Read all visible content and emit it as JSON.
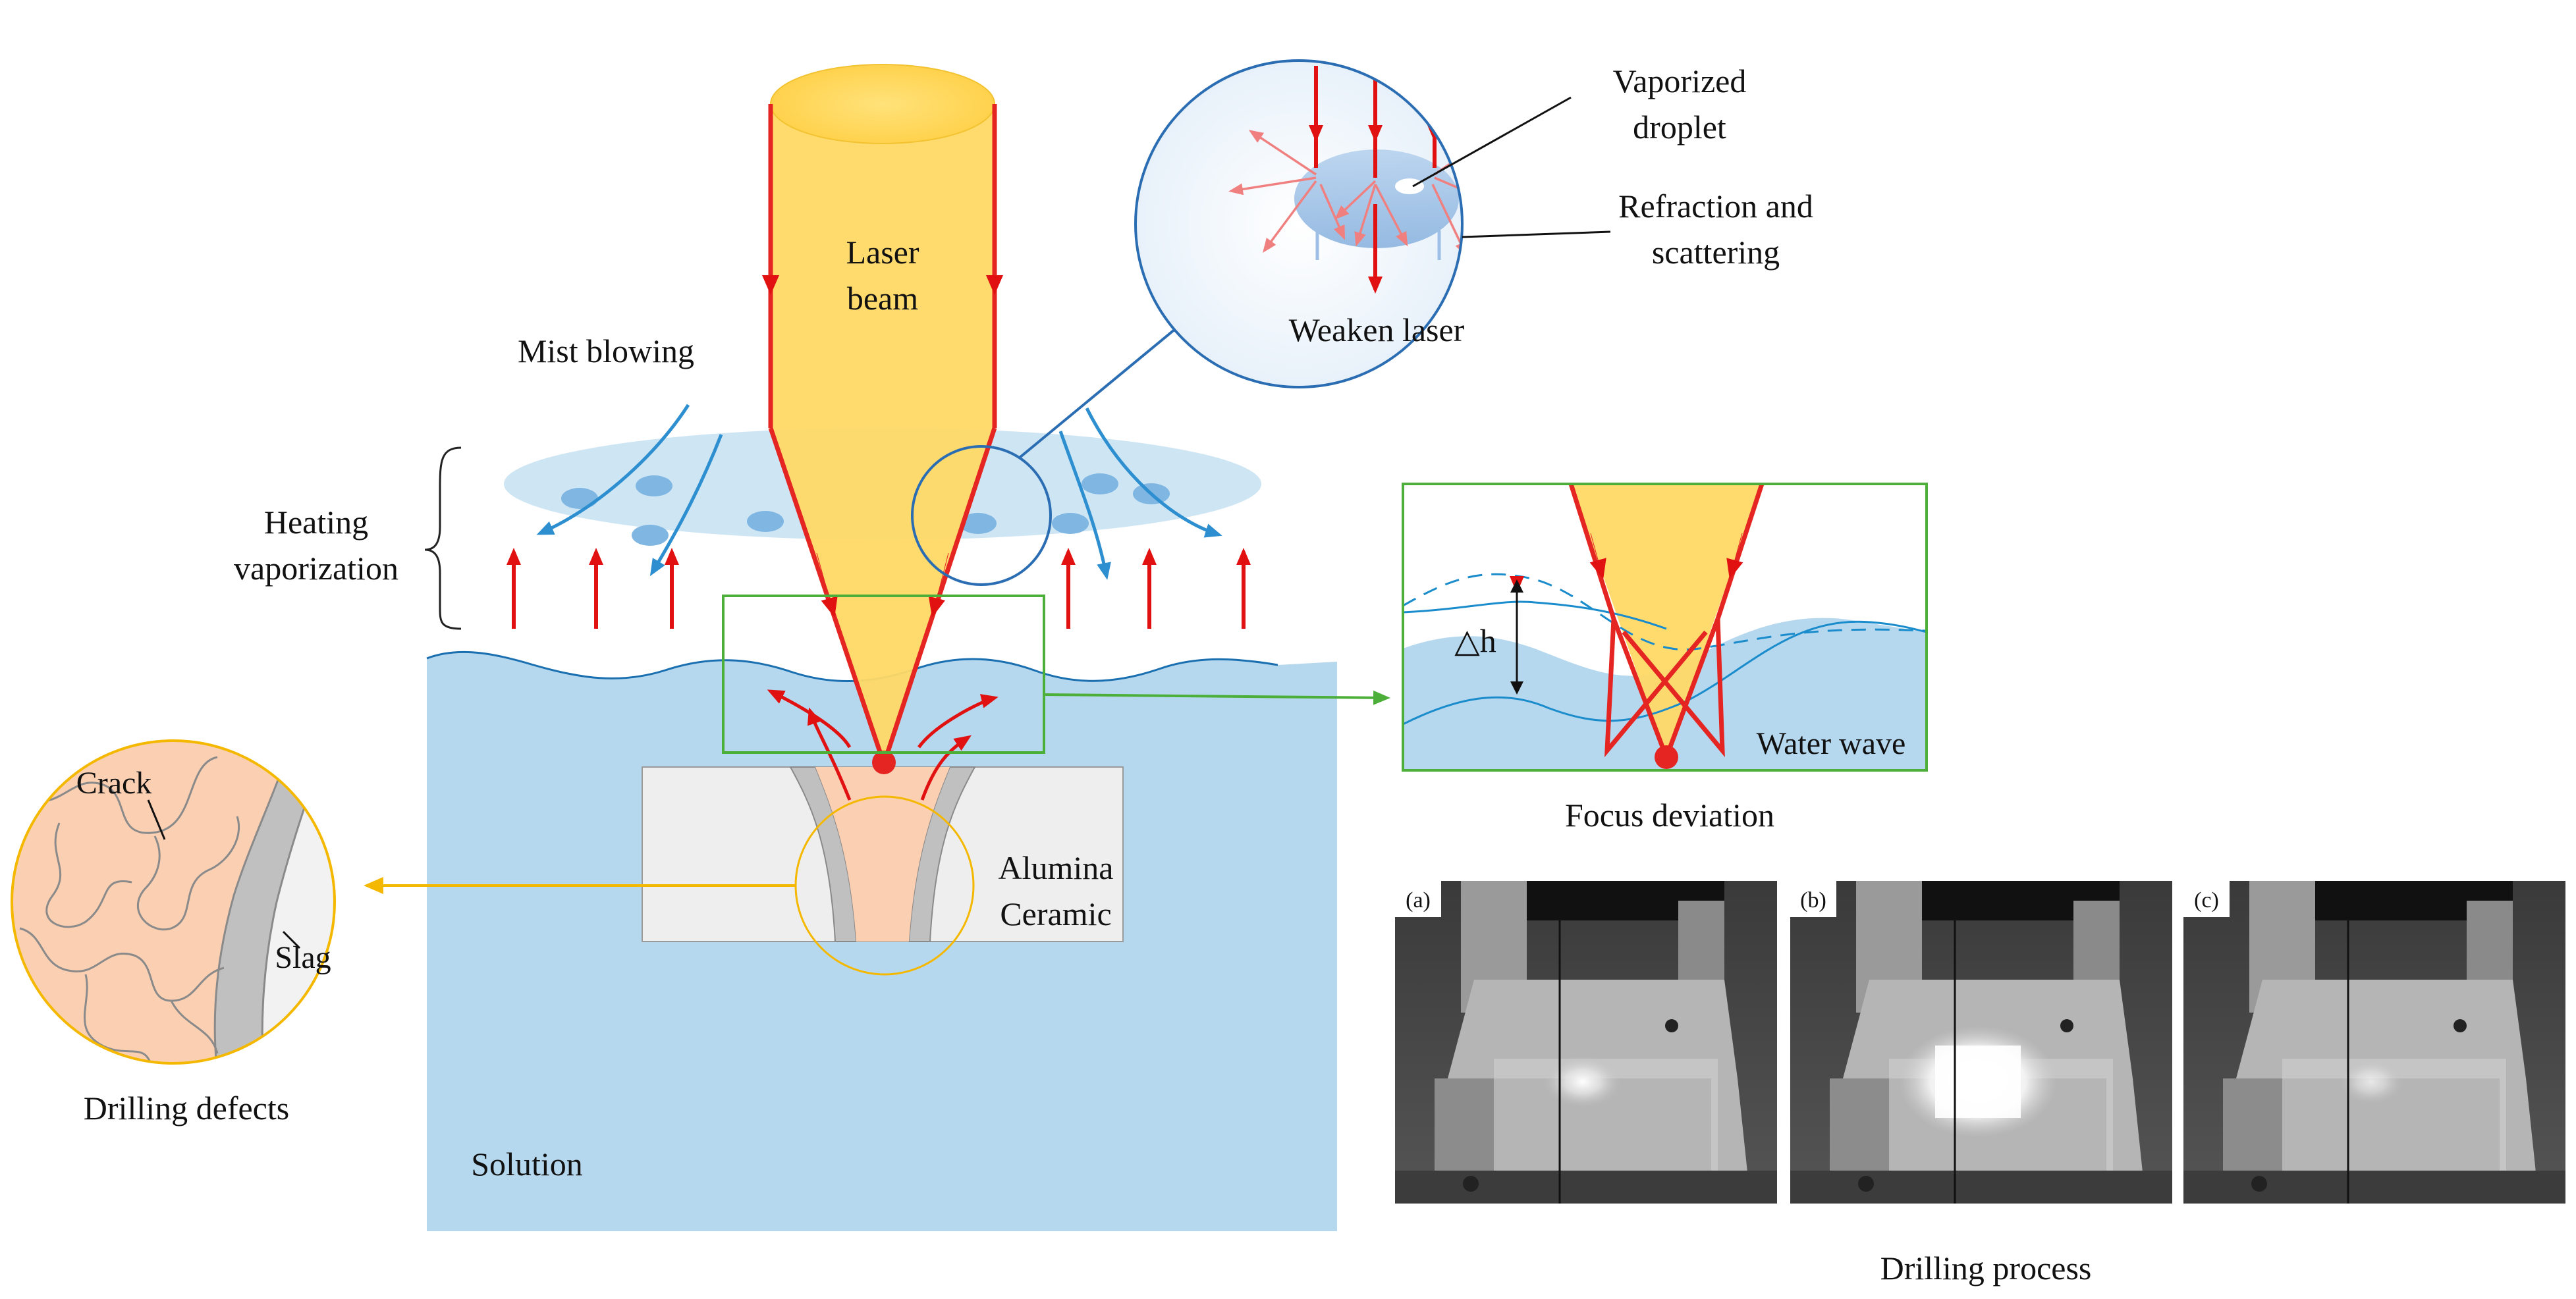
{
  "labels": {
    "laser_beam_line1": "Laser",
    "laser_beam_line2": "beam",
    "mist_blowing": "Mist blowing",
    "heating_line1": "Heating",
    "heating_line2": "vaporization",
    "solution": "Solution",
    "alumina_line1": "Alumina",
    "alumina_line2": "Ceramic",
    "crack": "Crack",
    "slag": "Slag",
    "drilling_defects": "Drilling defects",
    "vaporized_line1": "Vaporized",
    "vaporized_line2": "droplet",
    "refraction_line1": "Refraction and",
    "refraction_line2": "scattering",
    "weaken_laser": "Weaken laser",
    "delta_h": "△h",
    "water_wave": "Water wave",
    "focus_deviation": "Focus deviation",
    "drilling_process": "Drilling process"
  },
  "photos": [
    {
      "label": "(a)",
      "glow": "small"
    },
    {
      "label": "(b)",
      "glow": "large"
    },
    {
      "label": "(c)",
      "glow": "faint"
    }
  ],
  "colors": {
    "laser": "#ffd966",
    "laser_edge": "#e52521",
    "solution": "#b6d8ee",
    "mist": "#c9e2f3",
    "droplet": "#7fb6e2",
    "flow_arrow": "#2e8fd0",
    "heat_arrow": "#e11111",
    "ceramic": "#eeeeee",
    "defect_fill": "#fbcfb2",
    "slag": "#c0c0c0",
    "zoom_circle": "#2b6db3",
    "callout_green": "#4caf3a",
    "callout_yellow": "#f5b800",
    "wave_line": "#1a8ccc"
  }
}
